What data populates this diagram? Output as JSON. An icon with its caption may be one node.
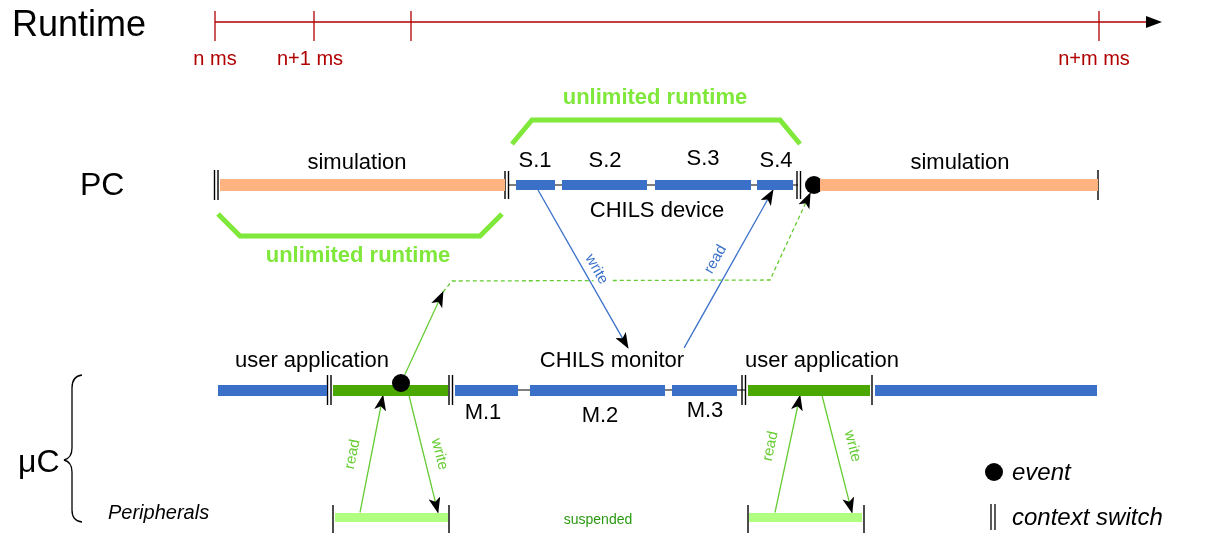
{
  "diagram": {
    "nodes": [
      {
        "text": [
          "simulation"
        ]
      },
      {
        "text": [
          "S.1"
        ]
      },
      {
        "text": [
          "S.2"
        ]
      },
      {
        "text": [
          "S.3"
        ]
      },
      {
        "text": [
          "S.4"
        ]
      },
      {
        "text": [],
        "shape": "circle"
      },
      {
        "text": [
          "simulation"
        ]
      },
      {
        "text": [],
        "shape": "bar"
      },
      {
        "text": [
          "user application"
        ]
      },
      {
        "text": [],
        "shape": "circle"
      },
      {
        "text": [
          "CHILS monitor"
        ]
      },
      {
        "text": [
          "M.1"
        ]
      },
      {
        "text": [
          "M.2"
        ]
      },
      {
        "text": [
          "M.3"
        ]
      },
      {
        "text": [
          "user application"
        ]
      },
      {
        "text": [],
        "shape": "bar"
      },
      {
        "text": [],
        "shape": "bar"
      },
      {
        "text": [],
        "shape": "bar"
      }
    ],
    "edges": [
      {
        "from": 1,
        "to": 10,
        "arrow": "to",
        "label": "write",
        "color": "#3a70c8"
      },
      {
        "from": 10,
        "to": 4,
        "arrow": "to",
        "label": "read",
        "color": "#3a70c8"
      },
      {
        "from": 9,
        "to": 5,
        "arrow": "to",
        "style": "dashed"
      },
      {
        "from": 16,
        "to": 8,
        "arrow": "to",
        "label": "read"
      },
      {
        "from": 8,
        "to": 16,
        "arrow": "to",
        "label": "write"
      },
      {
        "from": 17,
        "to": 14,
        "arrow": "to",
        "label": "read"
      },
      {
        "from": 14,
        "to": 17,
        "arrow": "to",
        "label": "write"
      }
    ],
    "labels": [
      "Runtime",
      "n ms",
      "n+1 ms",
      "n+m ms",
      "unlimited runtime",
      "PC",
      "CHILS device",
      "unlimited runtime",
      "μC",
      "Peripherals",
      "suspended"
    ],
    "legend": [
      {
        "text": "event"
      },
      {
        "text": "context switch"
      }
    ]
  }
}
